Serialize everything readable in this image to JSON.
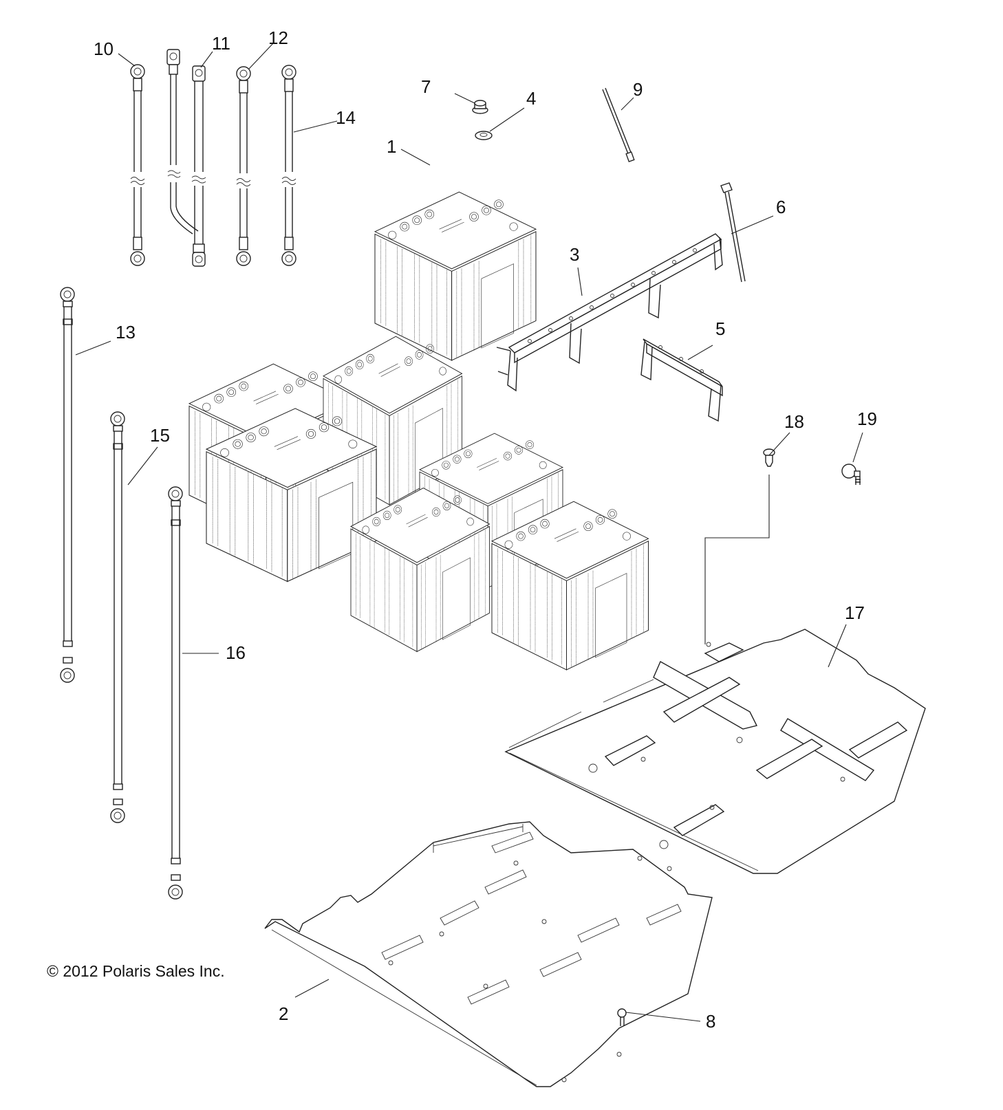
{
  "diagram": {
    "type": "exploded-parts-view",
    "subject": "Battery pack assembly",
    "copyright": "© 2012 Polaris Sales Inc.",
    "callouts": [
      {
        "id": "1",
        "label": "1",
        "part": "battery"
      },
      {
        "id": "2",
        "label": "2",
        "part": "lower-battery-tray-plate"
      },
      {
        "id": "3",
        "label": "3",
        "part": "long-hold-down-bracket"
      },
      {
        "id": "4",
        "label": "4",
        "part": "washer"
      },
      {
        "id": "5",
        "label": "5",
        "part": "short-hold-down-bracket"
      },
      {
        "id": "6",
        "label": "6",
        "part": "j-bolt-rod-long"
      },
      {
        "id": "7",
        "label": "7",
        "part": "flange-nut"
      },
      {
        "id": "8",
        "label": "8",
        "part": "bolt"
      },
      {
        "id": "9",
        "label": "9",
        "part": "j-bolt-rod-short"
      },
      {
        "id": "10",
        "label": "10",
        "part": "short-jumper-cable"
      },
      {
        "id": "11",
        "label": "11",
        "part": "bent-cable-pair"
      },
      {
        "id": "12",
        "label": "12",
        "part": "short-jumper-cable"
      },
      {
        "id": "13",
        "label": "13",
        "part": "long-cable"
      },
      {
        "id": "14",
        "label": "14",
        "part": "short-jumper-cable"
      },
      {
        "id": "15",
        "label": "15",
        "part": "long-cable"
      },
      {
        "id": "16",
        "label": "16",
        "part": "long-cable"
      },
      {
        "id": "17",
        "label": "17",
        "part": "rubber-battery-mat"
      },
      {
        "id": "18",
        "label": "18",
        "part": "push-rivet"
      },
      {
        "id": "19",
        "label": "19",
        "part": "p-clamp-screw"
      }
    ]
  }
}
